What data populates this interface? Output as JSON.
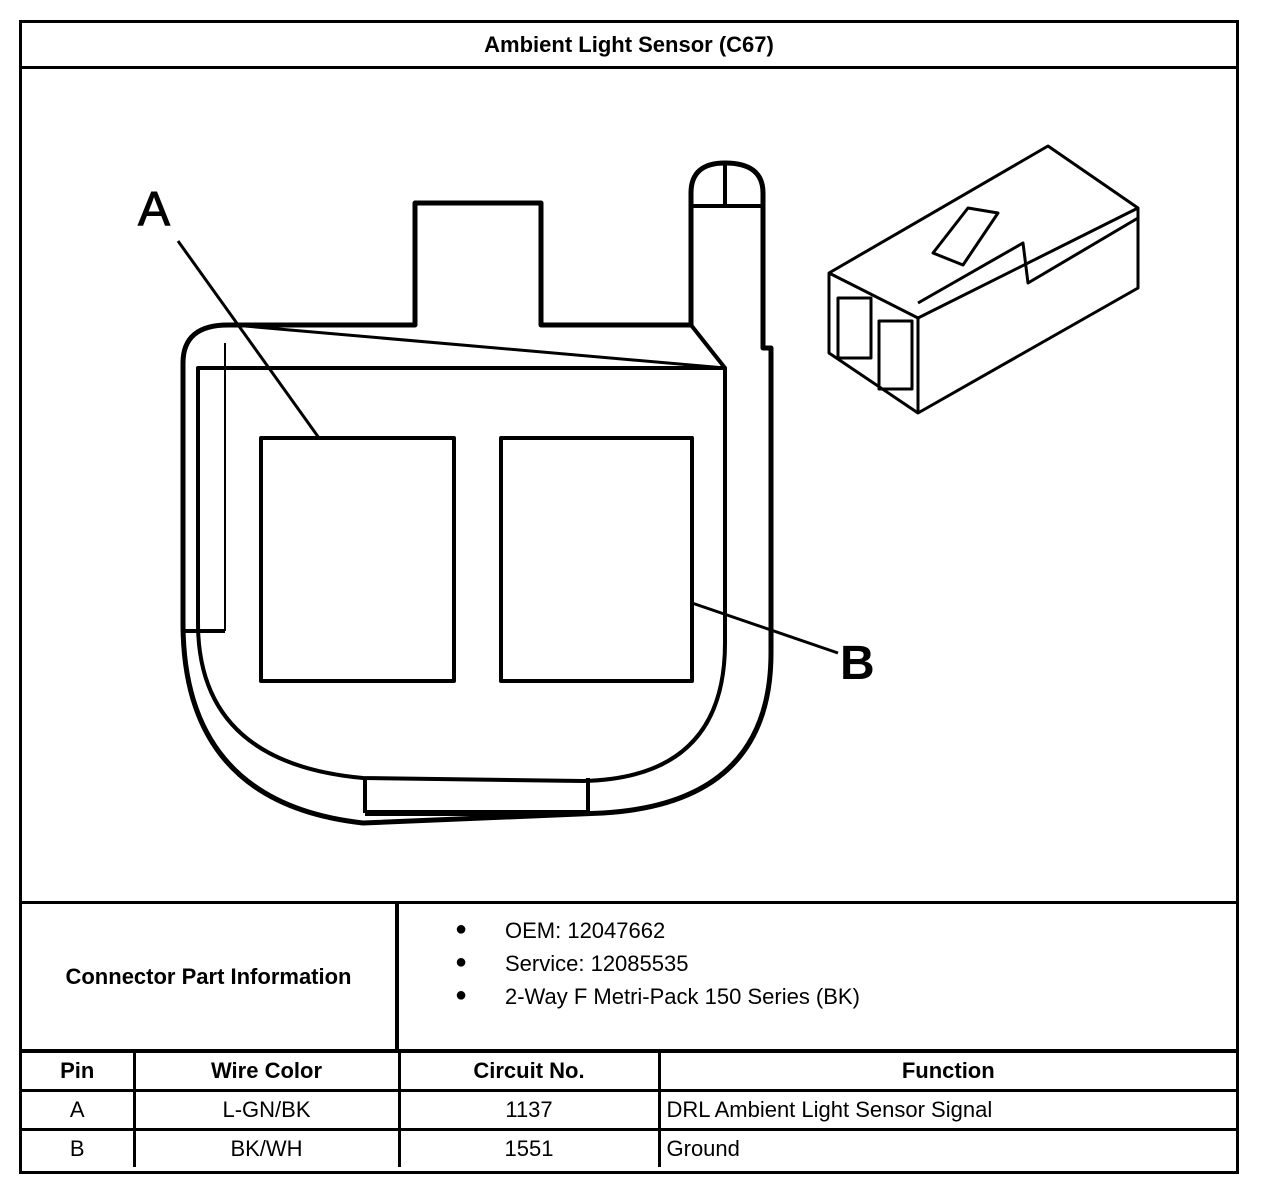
{
  "title": "Ambient Light Sensor (C67)",
  "diagram": {
    "pin_labels": [
      "A",
      "B"
    ]
  },
  "connector_info": {
    "label": "Connector Part Information",
    "items": [
      "OEM: 12047662",
      "Service: 12085535",
      "2-Way F Metri-Pack 150 Series (BK)"
    ]
  },
  "pin_table": {
    "headers": [
      "Pin",
      "Wire Color",
      "Circuit No.",
      "Function"
    ],
    "rows": [
      {
        "pin": "A",
        "wire_color": "L-GN/BK",
        "circuit": "1137",
        "function": "DRL Ambient Light Sensor Signal"
      },
      {
        "pin": "B",
        "wire_color": "BK/WH",
        "circuit": "1551",
        "function": "Ground"
      }
    ]
  }
}
